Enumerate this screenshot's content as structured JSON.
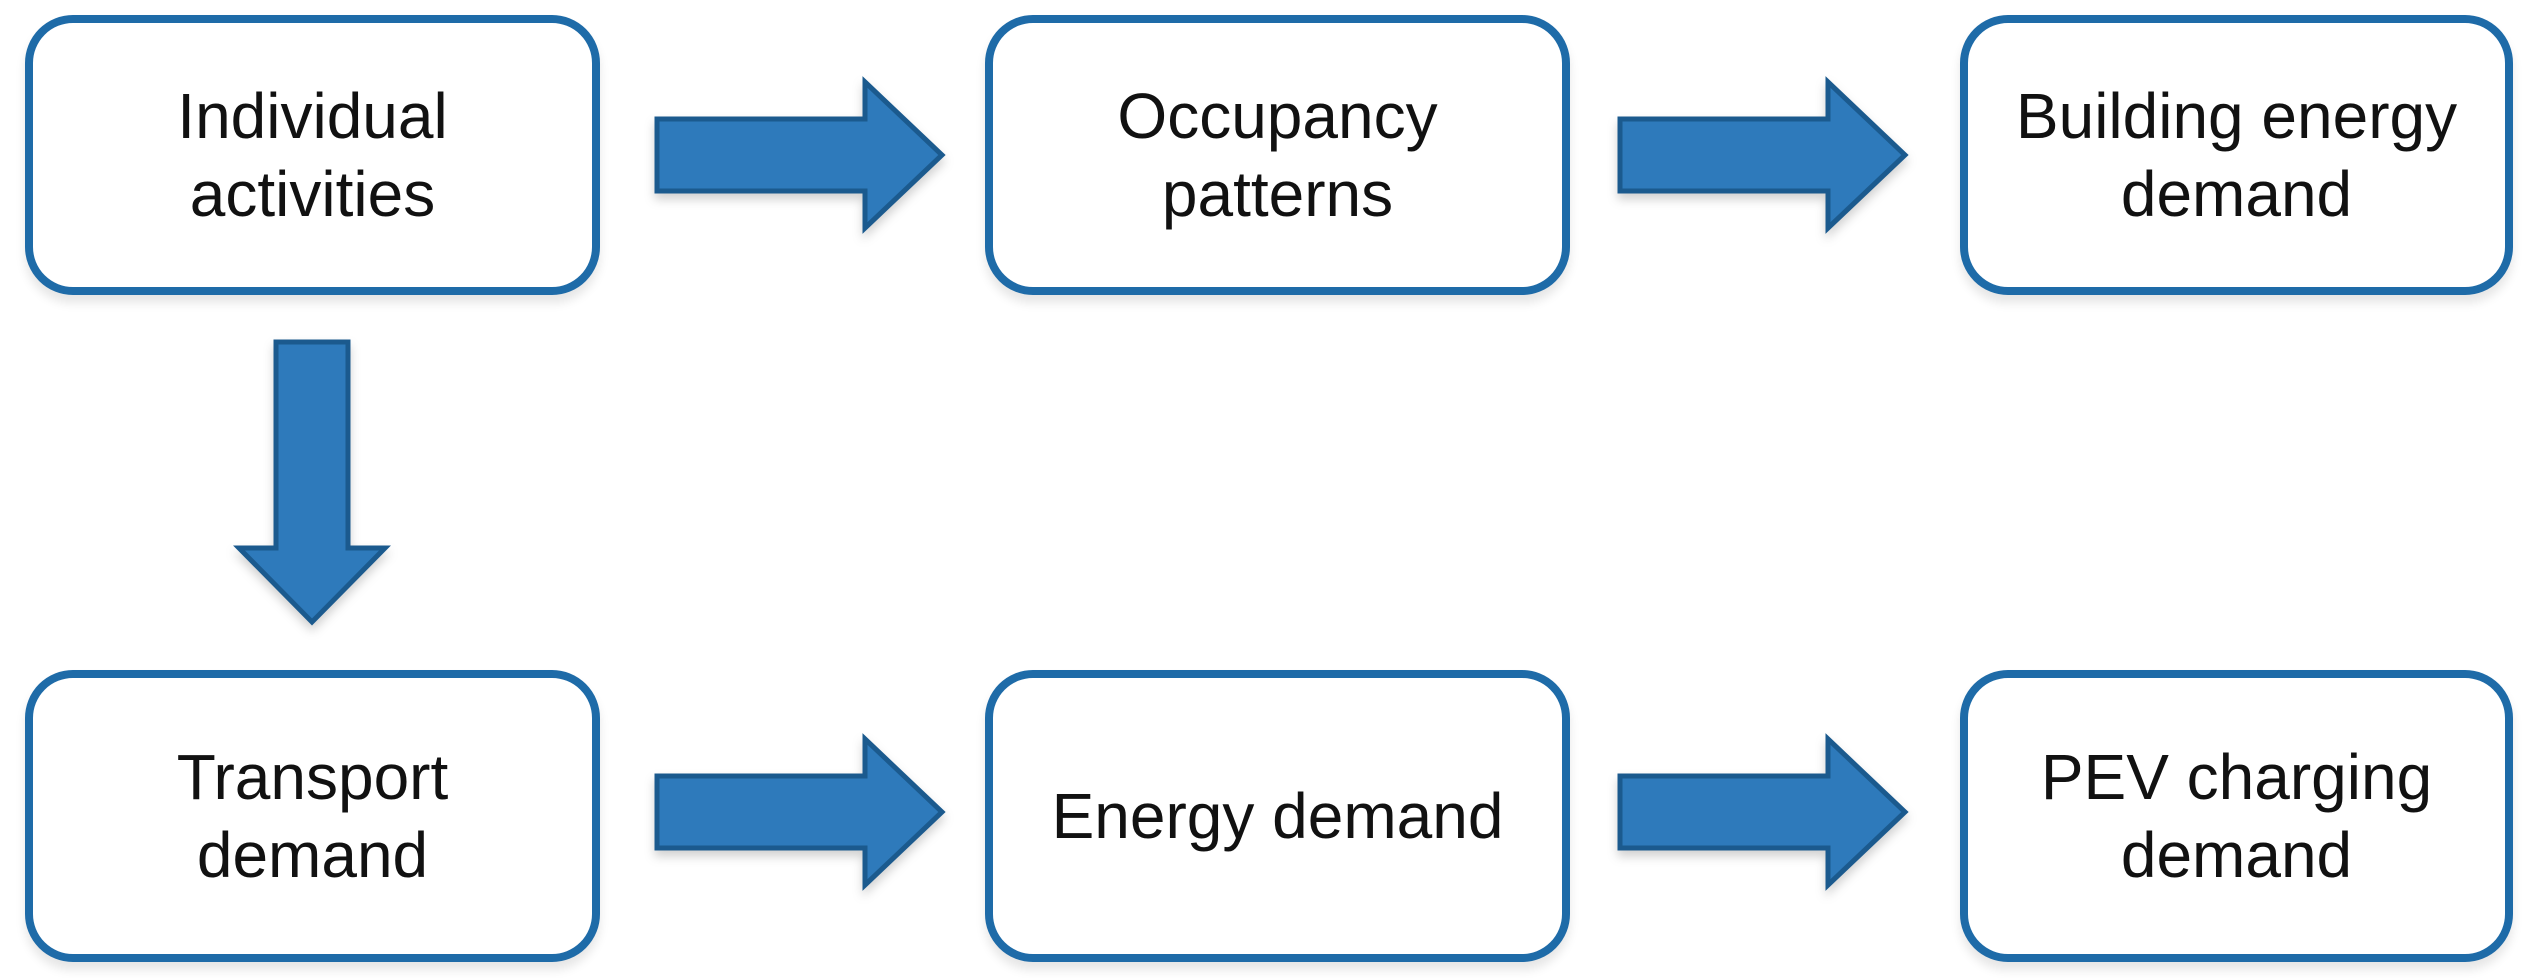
{
  "figure": {
    "type": "flowchart",
    "description": "Two-row process flow linking individual activities to building energy demand and PEV charging demand"
  },
  "colors": {
    "box_border": "#1E6BA8",
    "arrow_fill": "#2E7ABB",
    "arrow_outline": "#1B5A8E",
    "text_color": "#111111",
    "background": "#FFFFFF"
  },
  "nodes": [
    {
      "id": "individual-activities",
      "label": "Individual\nactivities"
    },
    {
      "id": "occupancy-patterns",
      "label": "Occupancy\npatterns"
    },
    {
      "id": "building-energy",
      "label": "Building energy\ndemand"
    },
    {
      "id": "transport-demand",
      "label": "Transport\ndemand"
    },
    {
      "id": "energy-demand",
      "label": "Energy demand"
    },
    {
      "id": "pev-charging",
      "label": "PEV charging\ndemand"
    }
  ],
  "edges": [
    {
      "from": "individual-activities",
      "to": "occupancy-patterns",
      "direction": "right"
    },
    {
      "from": "occupancy-patterns",
      "to": "building-energy",
      "direction": "right"
    },
    {
      "from": "individual-activities",
      "to": "transport-demand",
      "direction": "down"
    },
    {
      "from": "transport-demand",
      "to": "energy-demand",
      "direction": "right"
    },
    {
      "from": "energy-demand",
      "to": "pev-charging",
      "direction": "right"
    }
  ]
}
